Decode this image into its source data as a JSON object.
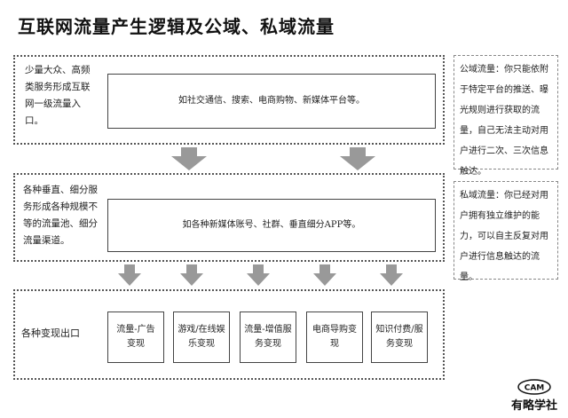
{
  "title": "互联网流量产生逻辑及公域、私域流量",
  "sections": {
    "top": {
      "label": "少量大众、高频类服务形成互联网一级流量入口。",
      "box": "如社交通信、搜索、电商购物、新媒体平台等。"
    },
    "middle": {
      "label": "各种垂直、细分服务形成各种规模不等的流量池、细分流量渠道。",
      "box": "如各种新媒体账号、社群、垂直细分APP等。"
    },
    "bottom": {
      "label": "各种变现出口",
      "boxes": [
        "流量-广告变现",
        "游戏/在线娱乐变现",
        "流量-增值服务变现",
        "电商导购变现",
        "知识付费/服务变现"
      ]
    }
  },
  "notes": {
    "public": "公域流量：你只能依附于特定平台的推送、曝光规则进行获取的流量，自己无法主动对用户进行二次、三次信息触达。",
    "private": "私域流量：你已经对用户拥有独立维护的能力，可以自主反复对用户进行信息触达的流量。"
  },
  "logo": {
    "badge": "CAM",
    "text": "有略学社"
  },
  "colors": {
    "arrow": "#999999",
    "border": "#444444"
  }
}
